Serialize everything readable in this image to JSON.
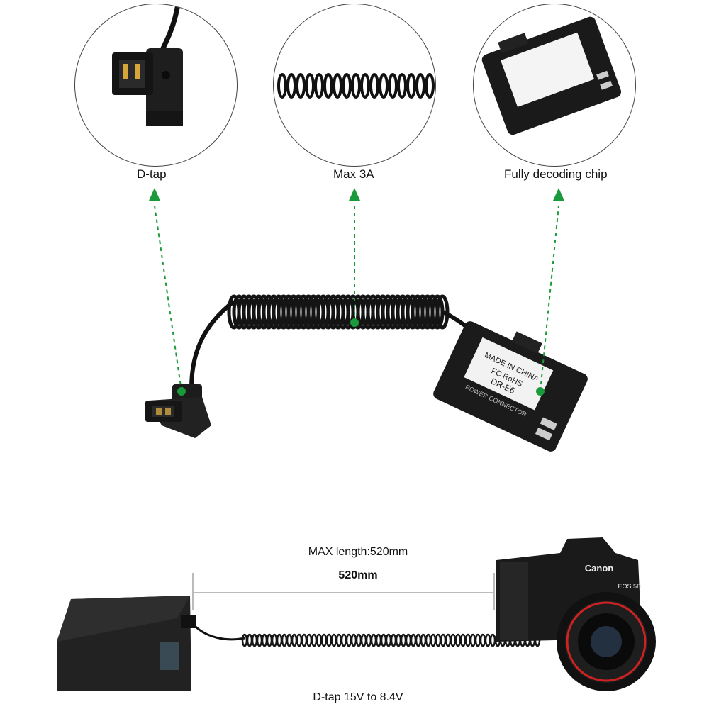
{
  "callouts": [
    {
      "label": "D-tap"
    },
    {
      "label": "Max 3A"
    },
    {
      "label": "Fully decoding chip"
    }
  ],
  "battery_sticker": {
    "model": "DR-E6",
    "marks": "FC RoHS",
    "origin": "MADE IN CHINA",
    "title": "POWER CONNECTOR"
  },
  "camera": {
    "brand": "Canon",
    "model_badge": "EOS 5D"
  },
  "dimension": {
    "caption": "MAX length:520mm",
    "value": "520mm"
  },
  "footer": {
    "caption": "D-tap 15V to 8.4V"
  },
  "colors": {
    "accent_green": "#1a9a3a",
    "product_black": "#1b1b1b"
  }
}
